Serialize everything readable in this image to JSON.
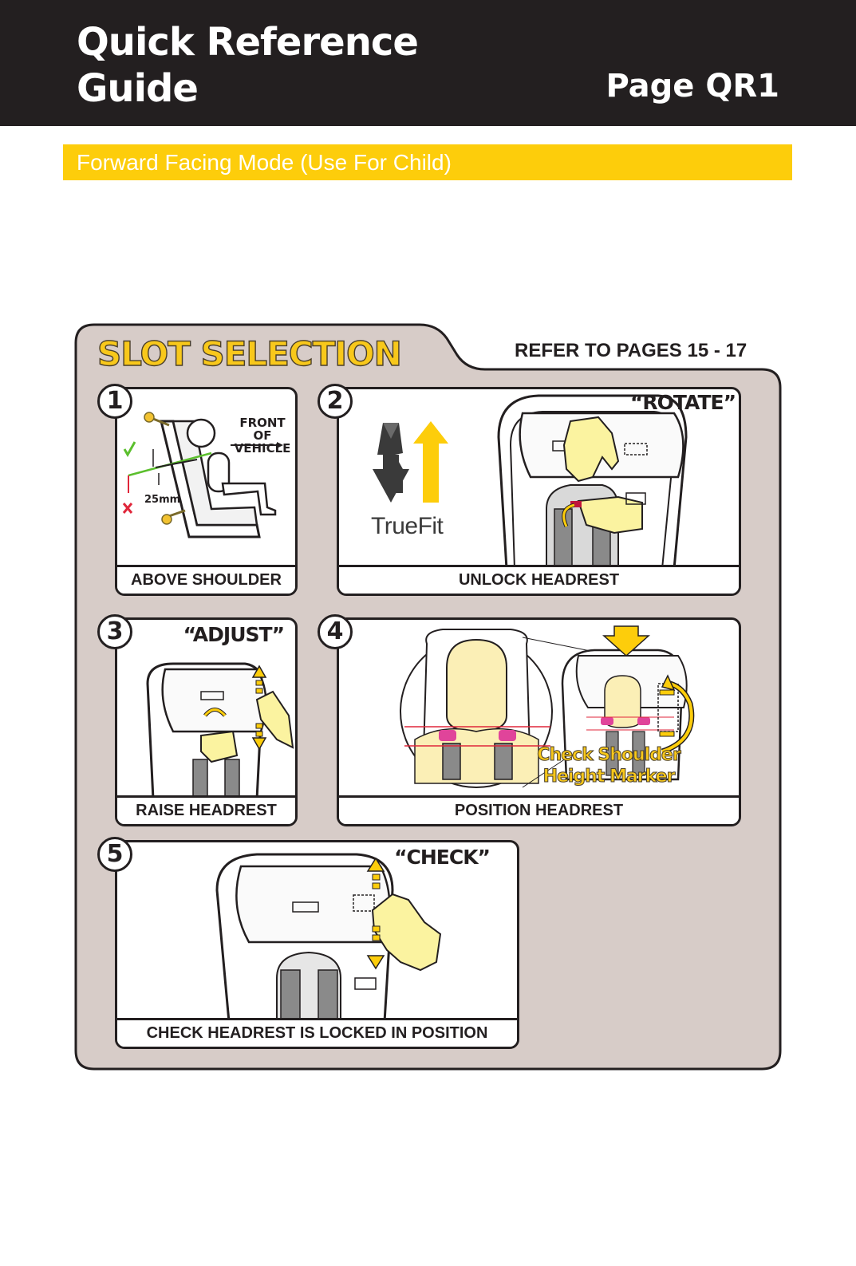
{
  "header": {
    "title_line1": "Quick Reference",
    "title_line2": "Guide",
    "page": "Page QR1"
  },
  "section": {
    "title": "Forward Facing Mode (Use For Child)"
  },
  "slot_selection": {
    "title": "SLOT SELECTION",
    "refer": "REFER TO PAGES 15 - 17",
    "steps": [
      {
        "number": "1",
        "label": "ABOVE SHOULDER",
        "front_line1": "FRONT OF",
        "front_line2": "VEHICLE",
        "measure": "25mm"
      },
      {
        "number": "2",
        "label": "UNLOCK HEADREST",
        "quote": "“ROTATE”",
        "brand": "TrueFit"
      },
      {
        "number": "3",
        "label": "RAISE HEADREST",
        "quote": "“ADJUST”"
      },
      {
        "number": "4",
        "label": "POSITION HEADREST",
        "marker_line1": "Check Shoulder",
        "marker_line2": "Height Marker"
      },
      {
        "number": "5",
        "label": "CHECK HEADREST IS LOCKED IN POSITION",
        "quote": "“CHECK”"
      }
    ]
  },
  "colors": {
    "header_bg": "#231f20",
    "accent_yellow": "#fdcd0b",
    "panel_bg": "#d7ccc8",
    "marker_pink": "#e0449a"
  }
}
